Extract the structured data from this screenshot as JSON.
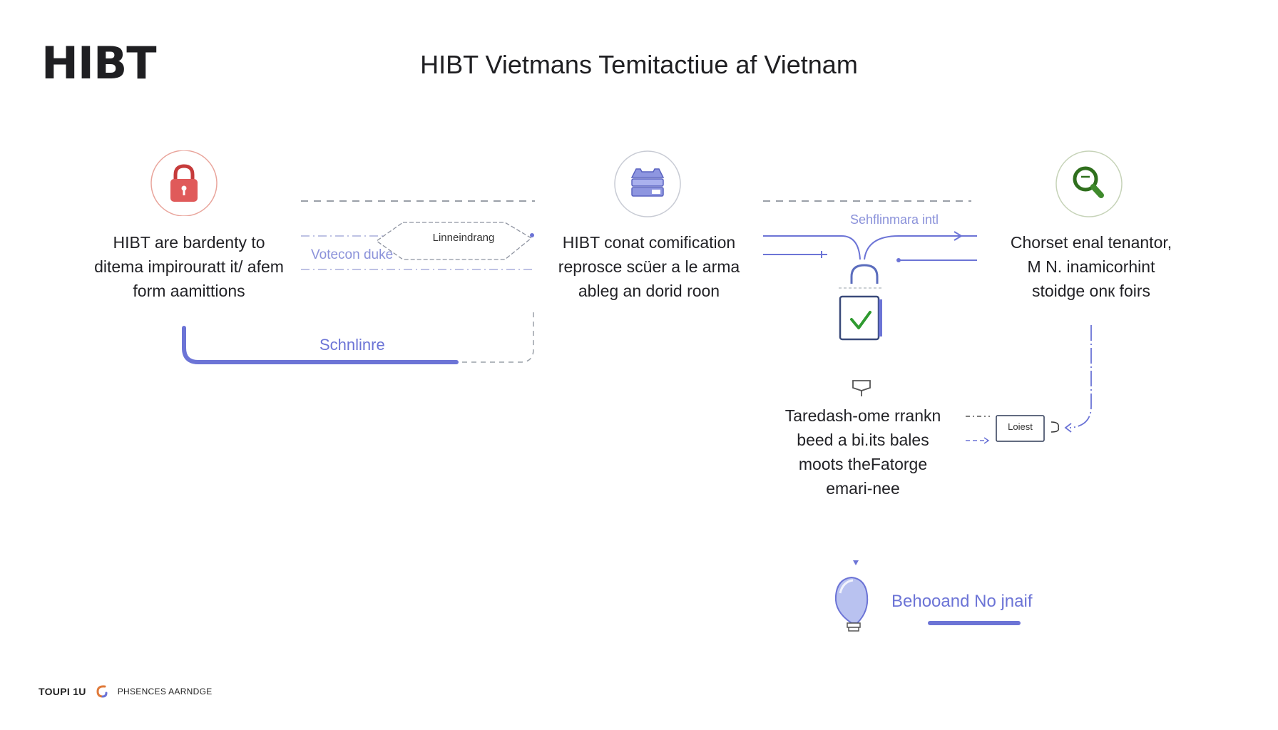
{
  "header": {
    "logo": "HIBT",
    "title": "HIBT Vietmans Temitactiue af Vietnam"
  },
  "nodes": {
    "lock": {
      "icon": "lock-icon",
      "text": [
        "HIBT are bardenty to",
        "ditema impirouratt it/ afem",
        "form aamittions"
      ]
    },
    "server": {
      "icon": "server-icon",
      "text": [
        "HIBT conat comification",
        "reprosce scüer a le arma",
        "ableg an dorid roon"
      ]
    },
    "search": {
      "icon": "magnifier-icon",
      "text": [
        "Chorset enal tenantor,",
        "M N. inamicorhint",
        "stoidge onк foirs"
      ]
    },
    "padlock": {
      "icon": "check-padlock-icon",
      "text": [
        "Taredash-ome rrankn",
        "beed a bi.its bales",
        "moots theFatorge",
        "emari-nee"
      ]
    }
  },
  "labels": {
    "hex": "Linneindrang",
    "left_dashed": "Votecon duke",
    "schedule": "Schnlinre",
    "right_dashed": "Sehflinmara intl",
    "small_box": "Loiest",
    "bulb_label": "Behooand No jnaif"
  },
  "footer": {
    "brand": "TOUPI 1U",
    "tagline": "PHSENCES AARNDGE"
  },
  "colors": {
    "accent": "#6c74d6",
    "lock_red": "#e05a5a",
    "search_green": "#3f8a2c",
    "dash_gray": "#9aa0a8"
  }
}
